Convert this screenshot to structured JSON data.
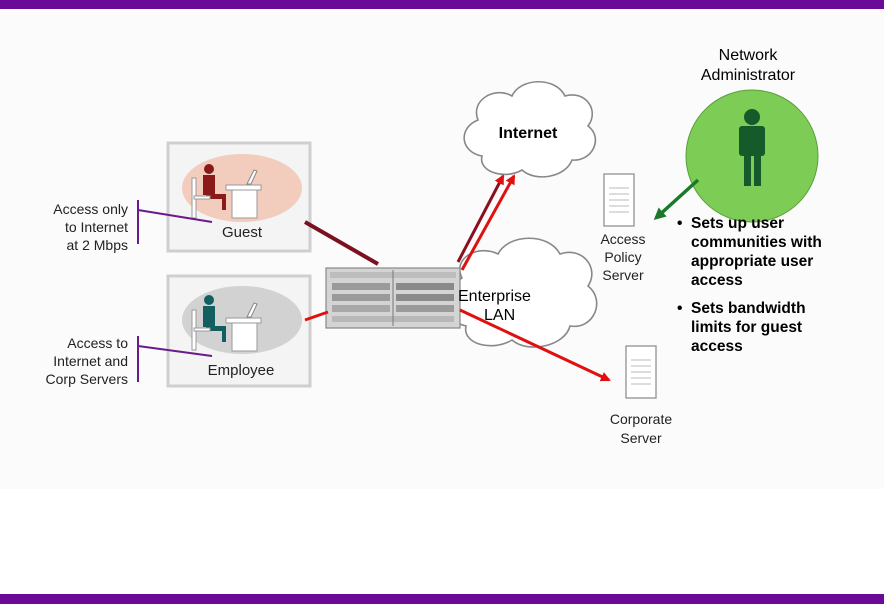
{
  "diagram": {
    "nodes": {
      "guest": "Guest",
      "employee": "Employee",
      "internet": "Internet",
      "enterprise_lan": [
        "Enterprise",
        "LAN"
      ],
      "access_policy_server": [
        "Access",
        "Policy",
        "Server"
      ],
      "corporate_server": [
        "Corporate",
        "Server"
      ],
      "network_admin": [
        "Network",
        "Administrator"
      ]
    },
    "annotations": {
      "guest_access": [
        "Access only",
        "to Internet",
        "at 2 Mbps"
      ],
      "employee_access": [
        "Access to",
        "Internet  and",
        "Corp Servers"
      ]
    },
    "admin_tasks": [
      [
        "Sets up user",
        "communities with",
        "appropriate user",
        "access"
      ],
      [
        "Sets bandwidth",
        "limits for guest",
        "access"
      ]
    ],
    "colors": {
      "frame_bar": "#6a0a96",
      "guest_link": "#7a1020",
      "employee_link": "#e01010",
      "admin_arrow": "#1a7a2a",
      "admin_circle": "#7ccc55",
      "annotation_line": "#6a1a8a"
    }
  }
}
